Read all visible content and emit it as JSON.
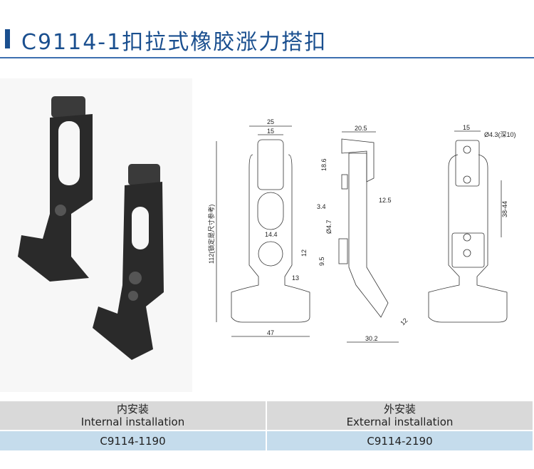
{
  "title": "C9114-1扣拉式橡胶涨力搭扣",
  "drawing": {
    "front": {
      "d25": "25",
      "d15": "15",
      "d112": "112(锁定是尺寸参考)",
      "d14_4": "14.4",
      "d12": "12",
      "d13": "13",
      "d47": "47"
    },
    "side": {
      "d20_5": "20.5",
      "d18_6": "18.6",
      "d3_4": "3.4",
      "d12_5": "12.5",
      "d4_7": "Ø4.7",
      "d9_5": "9.5",
      "d12": "12",
      "d30_2": "30.2"
    },
    "back": {
      "d15": "15",
      "hole": "Ø4.3(深10)",
      "d38_44": "38-44"
    }
  },
  "table": {
    "columns": [
      {
        "cn": "内安装",
        "en": "Internal installation",
        "model": "C9114-1190"
      },
      {
        "cn": "外安装",
        "en": "External installation",
        "model": "C9114-2190"
      }
    ]
  }
}
